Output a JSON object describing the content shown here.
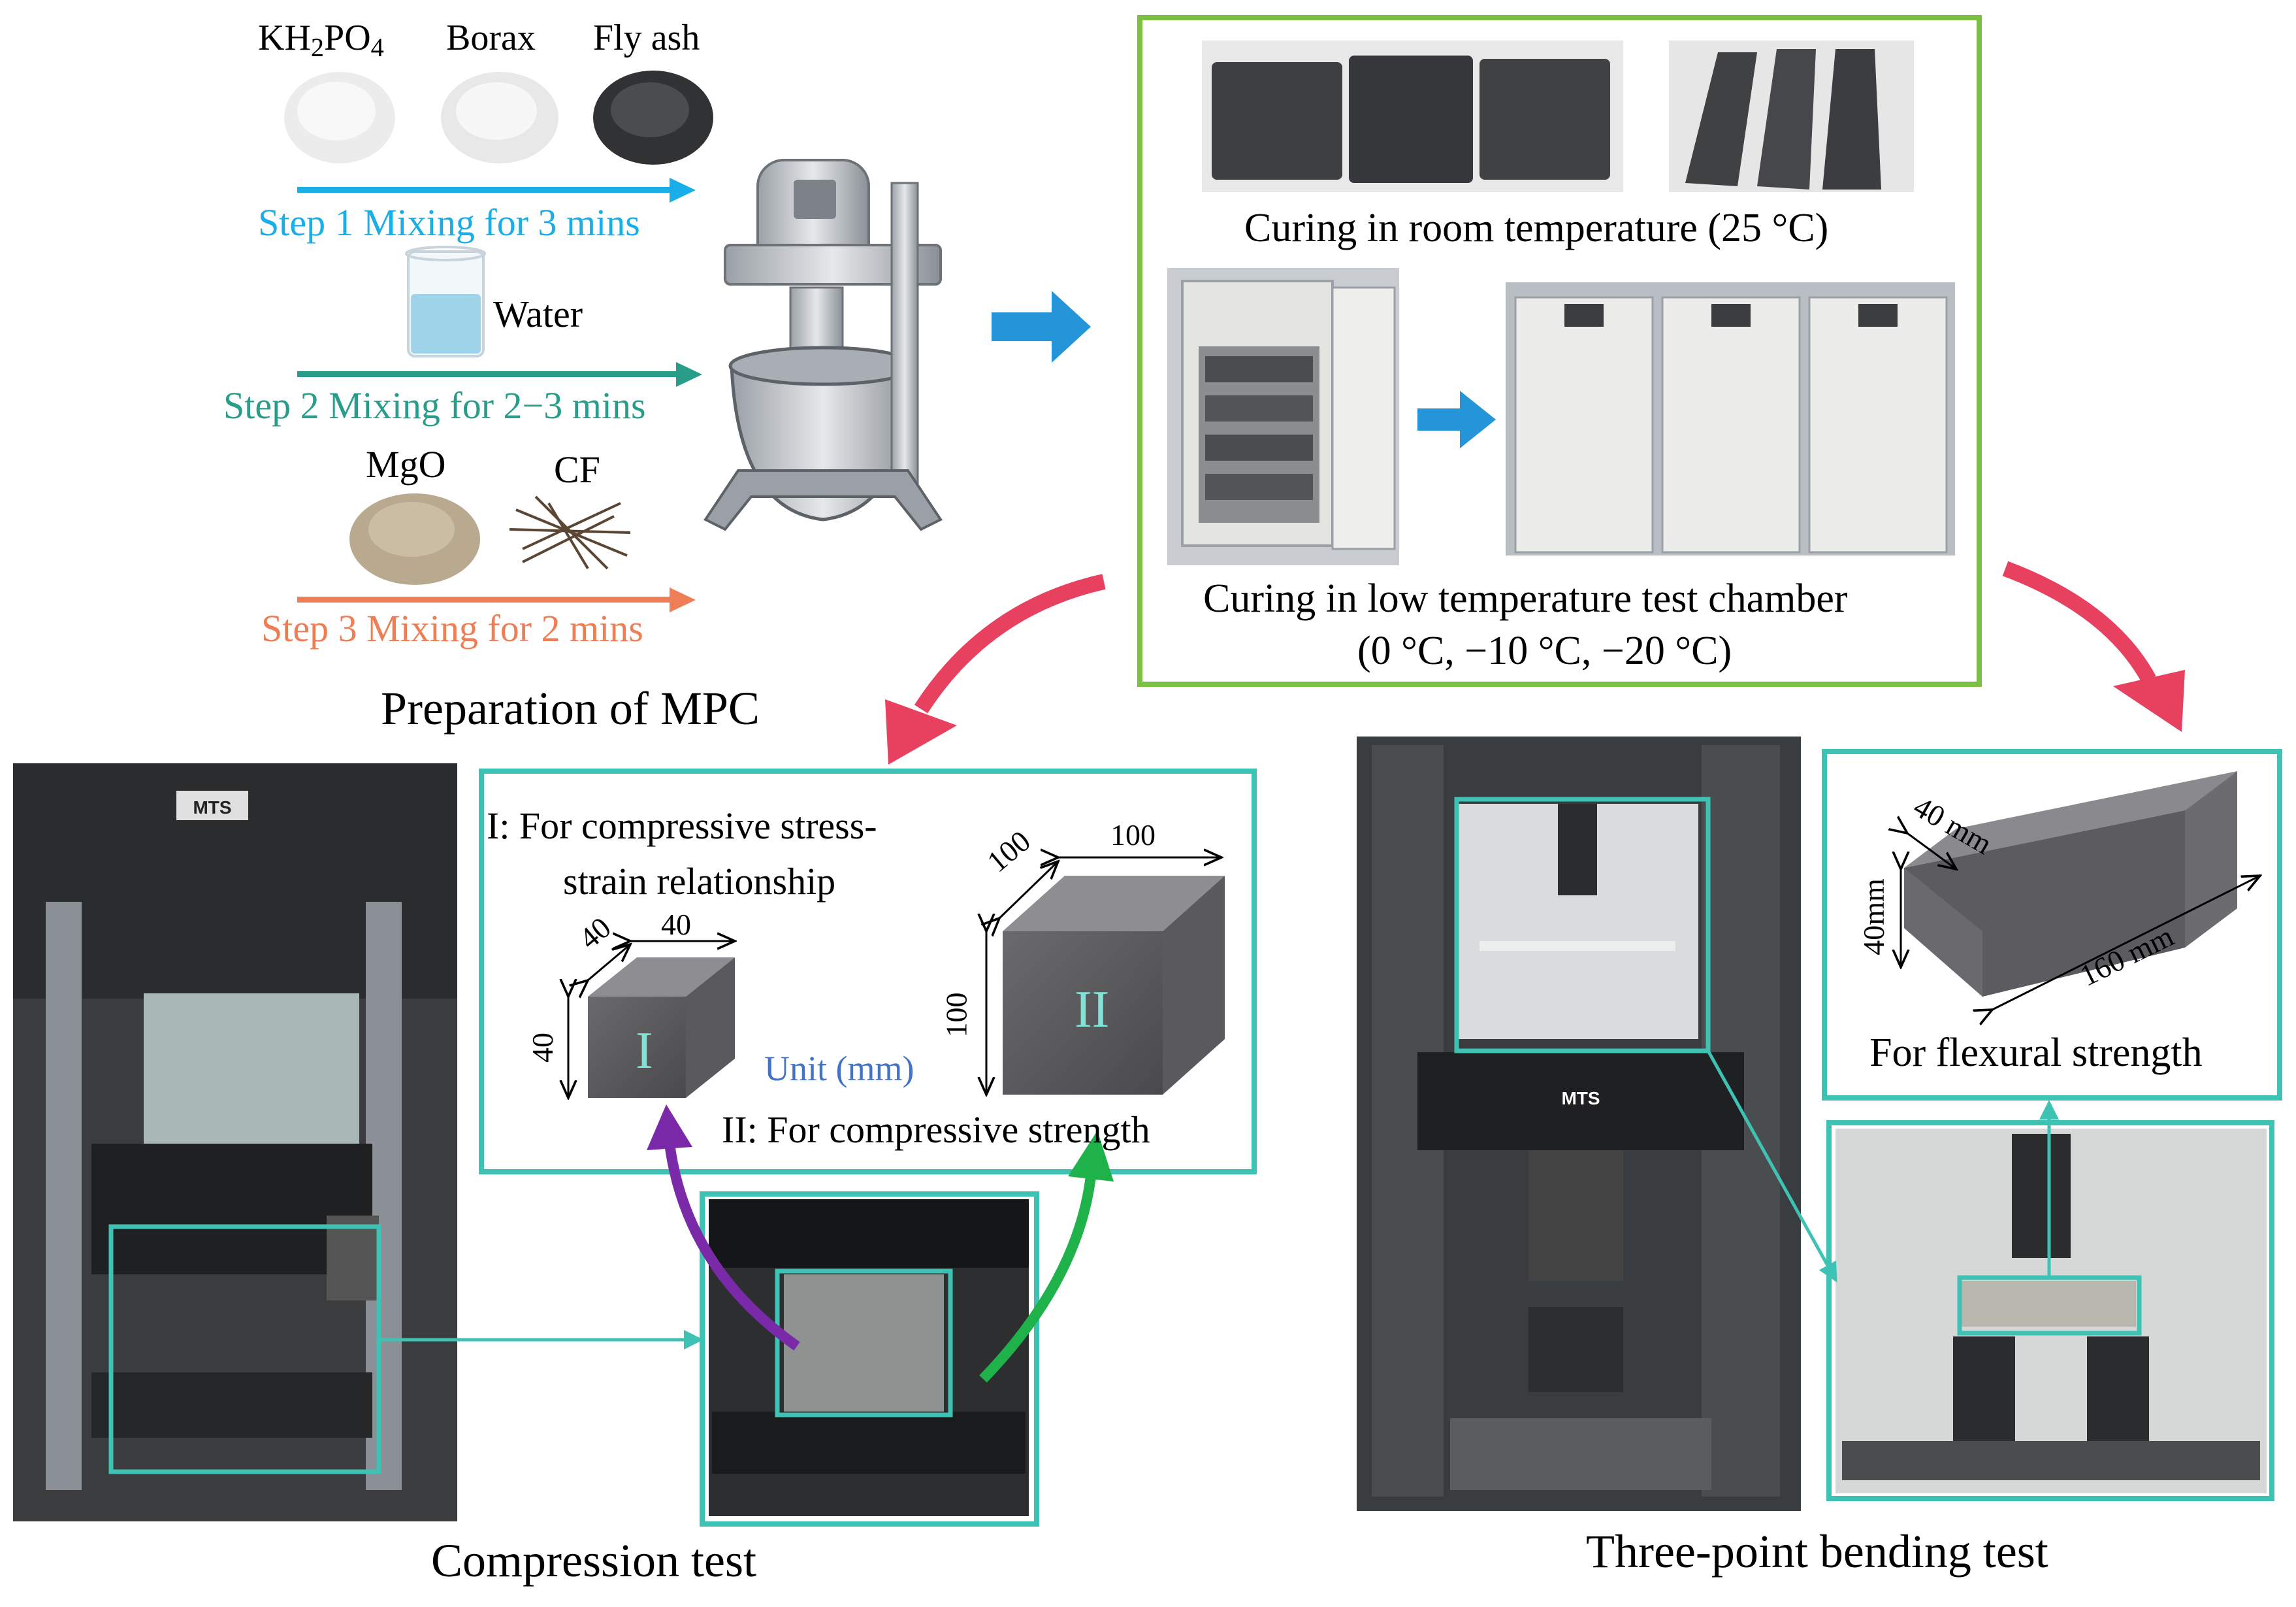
{
  "prep": {
    "ingredient_kh2po4": "KH",
    "ingredient_kh2po4_sub2": "2",
    "ingredient_kh2po4_mid": "PO",
    "ingredient_kh2po4_sub4": "4",
    "ingredient_borax": "Borax",
    "ingredient_flyash": "Fly ash",
    "ingredient_water": "Water",
    "ingredient_mgo": "MgO",
    "ingredient_cf": "CF",
    "step1": "Step 1 Mixing for 3 mins",
    "step2": "Step 2 Mixing for 2−3 mins",
    "step3": "Step 3 Mixing for 2 mins",
    "title": "Preparation of MPC"
  },
  "curing": {
    "room": "Curing in room temperature (25 °C)",
    "low_line1": "Curing in low temperature test chamber",
    "low_line2": "(0 °C, −10 °C, −20 °C)"
  },
  "specimens": {
    "label_i": "I: For  compressive stress-",
    "label_i_2": "strain relationship",
    "label_ii": "II: For  compressive strength",
    "unit": "Unit (mm)",
    "cube_small_numeral": "I",
    "cube_large_numeral": "II",
    "small_dim_a": "40",
    "small_dim_b": "40",
    "small_dim_c": "40",
    "large_dim_a": "100",
    "large_dim_b": "100",
    "large_dim_c": "100"
  },
  "flexural": {
    "dim_width": "40 mm",
    "dim_height": "40mm",
    "dim_length": "160 mm",
    "label": "For flexural strength"
  },
  "captions": {
    "compression": "Compression test",
    "bending": "Three-point bending test"
  },
  "machine_brand": "MTS",
  "colors": {
    "step1": "#19aee8",
    "step2": "#2a9d8a",
    "step3": "#ee7e55",
    "green_frame": "#7cc043",
    "teal_frame": "#3ec2b3",
    "red_arrow": "#e8405f",
    "purple_arrow": "#7a2aa8",
    "green_arrow": "#1fb24a",
    "blue_arrow": "#2495d8",
    "unit_text": "#4472c4",
    "numeral": "#7fe3d6"
  }
}
